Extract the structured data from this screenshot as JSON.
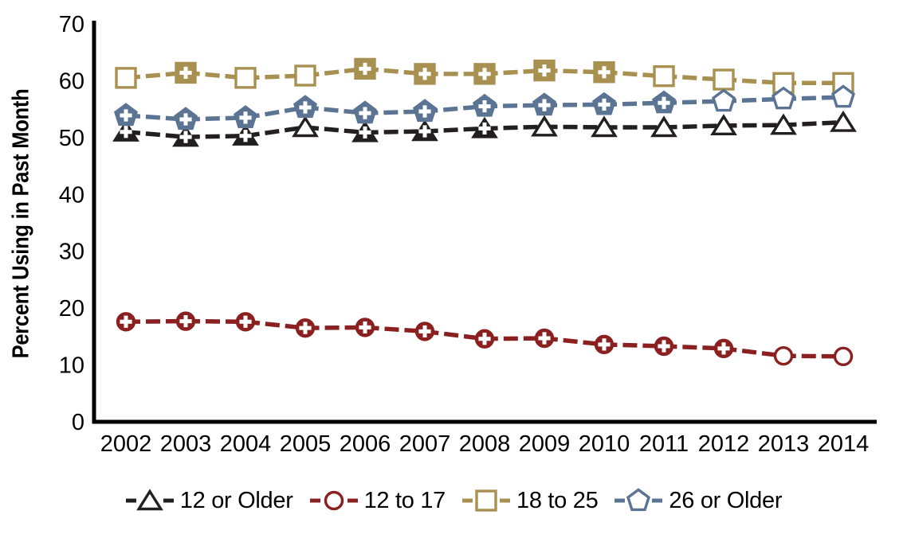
{
  "chart_data": {
    "type": "line",
    "title": "",
    "xlabel": "",
    "ylabel": "Percent Using in Past Month",
    "ylim": [
      0,
      70
    ],
    "yticks": [
      0,
      10,
      20,
      30,
      40,
      50,
      60,
      70
    ],
    "grid": false,
    "legend_position": "bottom",
    "marker_note": "filled markers contain a white plus sign; open markers are white-filled outlines",
    "categories": [
      "2002",
      "2003",
      "2004",
      "2005",
      "2006",
      "2007",
      "2008",
      "2009",
      "2010",
      "2011",
      "2012",
      "2013",
      "2014"
    ],
    "series": [
      {
        "name": "12 or Older",
        "marker": "triangle",
        "color": "#231f20",
        "values": [
          51.0,
          50.1,
          50.3,
          51.8,
          50.9,
          51.1,
          51.6,
          51.9,
          51.8,
          51.8,
          52.1,
          52.2,
          52.7
        ],
        "filled_with_plus": [
          true,
          true,
          true,
          false,
          true,
          true,
          true,
          false,
          false,
          false,
          false,
          false,
          false
        ]
      },
      {
        "name": "12 to 17",
        "marker": "circle",
        "color": "#8b2020",
        "values": [
          17.6,
          17.7,
          17.6,
          16.5,
          16.6,
          15.9,
          14.6,
          14.7,
          13.6,
          13.3,
          12.9,
          11.6,
          11.5
        ],
        "filled_with_plus": [
          true,
          true,
          true,
          true,
          true,
          true,
          true,
          true,
          true,
          true,
          true,
          false,
          false
        ]
      },
      {
        "name": "18 to 25",
        "marker": "square",
        "color": "#a89150",
        "values": [
          60.5,
          61.4,
          60.5,
          60.9,
          62.1,
          61.2,
          61.2,
          61.8,
          61.5,
          60.8,
          60.2,
          59.6,
          59.6
        ],
        "filled_with_plus": [
          false,
          true,
          false,
          false,
          true,
          true,
          true,
          true,
          true,
          false,
          false,
          false,
          false
        ]
      },
      {
        "name": "26 or Older",
        "marker": "pentagon",
        "color": "#5b7493",
        "values": [
          53.9,
          53.2,
          53.5,
          55.3,
          54.3,
          54.6,
          55.5,
          55.7,
          55.8,
          56.1,
          56.4,
          56.8,
          57.1
        ],
        "filled_with_plus": [
          true,
          true,
          true,
          true,
          true,
          true,
          true,
          true,
          true,
          true,
          false,
          false,
          false
        ]
      }
    ],
    "axis_color": "#000000",
    "background_color": "#ffffff",
    "line_style": "dashed"
  }
}
